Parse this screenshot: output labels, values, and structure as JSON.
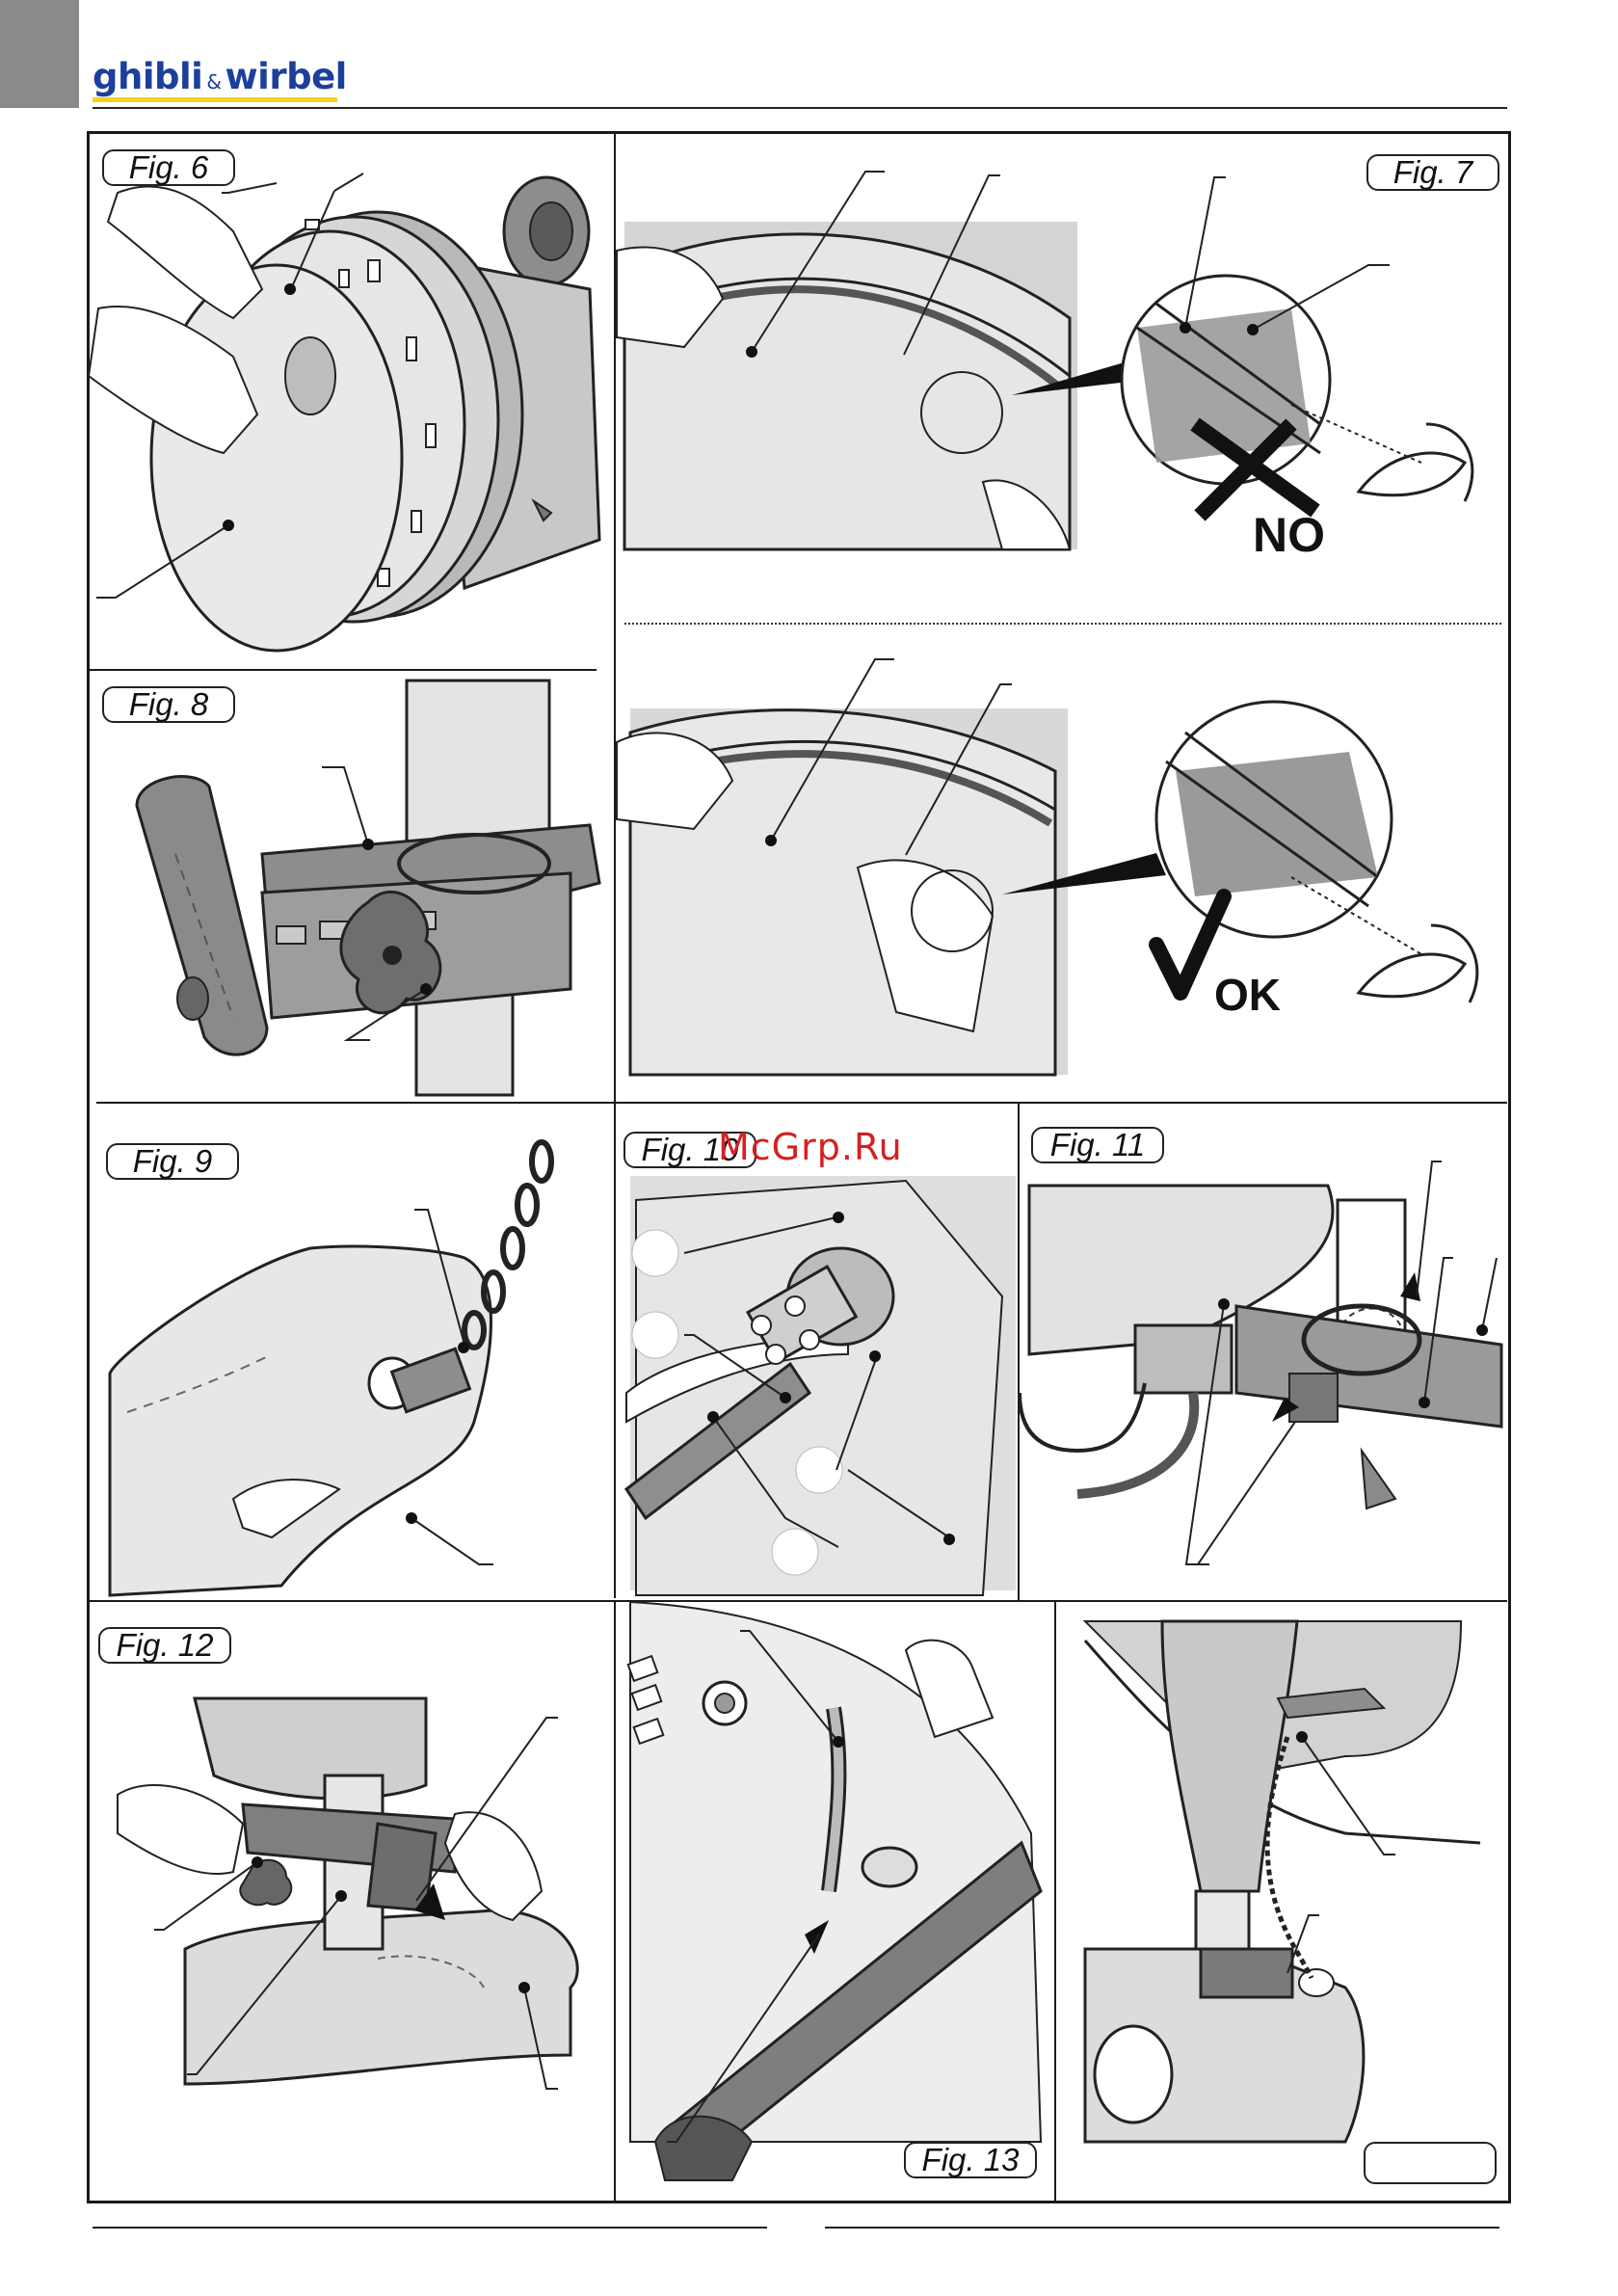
{
  "header": {
    "brand_left": "ghibli",
    "brand_amp": "&",
    "brand_right": "wirbel",
    "colors": {
      "brand_blue": "#1d3f9c",
      "brand_yellow": "#f2d21c",
      "corner_gray": "#8a8a8a"
    }
  },
  "figures": [
    {
      "id": "fig6",
      "label": "Fig. 6"
    },
    {
      "id": "fig7",
      "label": "Fig. 7",
      "marks": {
        "wrong": "NO",
        "right": "OK"
      }
    },
    {
      "id": "fig8",
      "label": "Fig. 8"
    },
    {
      "id": "fig9",
      "label": "Fig. 9"
    },
    {
      "id": "fig10",
      "label": "Fig. 10"
    },
    {
      "id": "fig11",
      "label": "Fig. 11"
    },
    {
      "id": "fig12",
      "label": "Fig. 12"
    },
    {
      "id": "fig13",
      "label": "Fig. 13"
    }
  ],
  "watermark": {
    "text": "McGrp.Ru",
    "color": "#d62020"
  },
  "footer": {
    "text": ""
  }
}
